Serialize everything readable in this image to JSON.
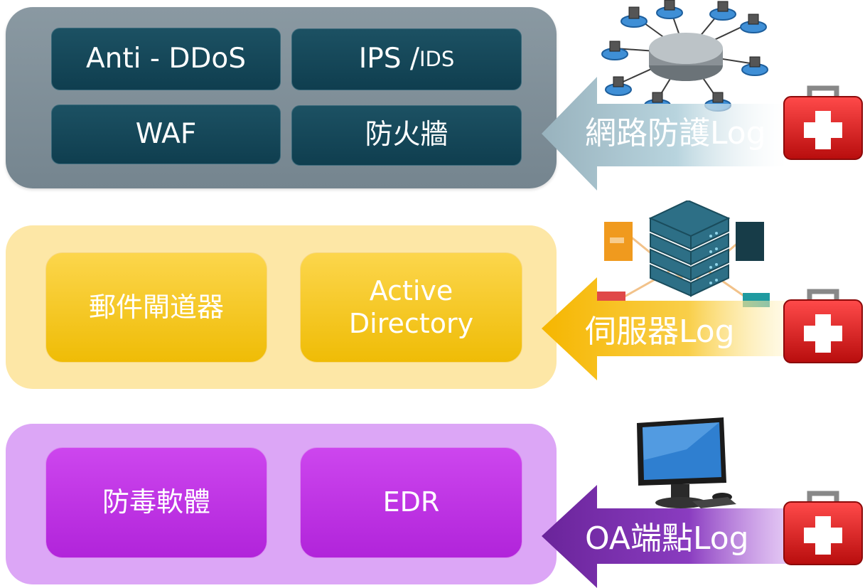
{
  "layers": [
    {
      "id": "network",
      "boxes": [
        "Anti - DDoS",
        "IPS / ",
        "IDS",
        "WAF",
        "防火牆"
      ],
      "log_label": "網路防護Log",
      "illustration": "network-topology-icon",
      "colors": {
        "panel": "#7f8f98",
        "box": "#154858",
        "arrow": "#a9cad6"
      }
    },
    {
      "id": "server",
      "boxes": [
        "郵件閘道器",
        "Active Directory"
      ],
      "log_label": "伺服器Log",
      "illustration": "server-rack-icon",
      "colors": {
        "panel": "#fde7a6",
        "box": "#f3c518",
        "arrow": "#f5b800"
      }
    },
    {
      "id": "endpoint",
      "boxes": [
        "防毒軟體",
        "EDR"
      ],
      "log_label": "OA端點Log",
      "illustration": "desktop-computer-icon",
      "colors": {
        "panel": "#dca6f6",
        "box": "#c036e4",
        "arrow": "#7a2aa8"
      }
    }
  ],
  "kit_icon": "first-aid-kit-icon"
}
